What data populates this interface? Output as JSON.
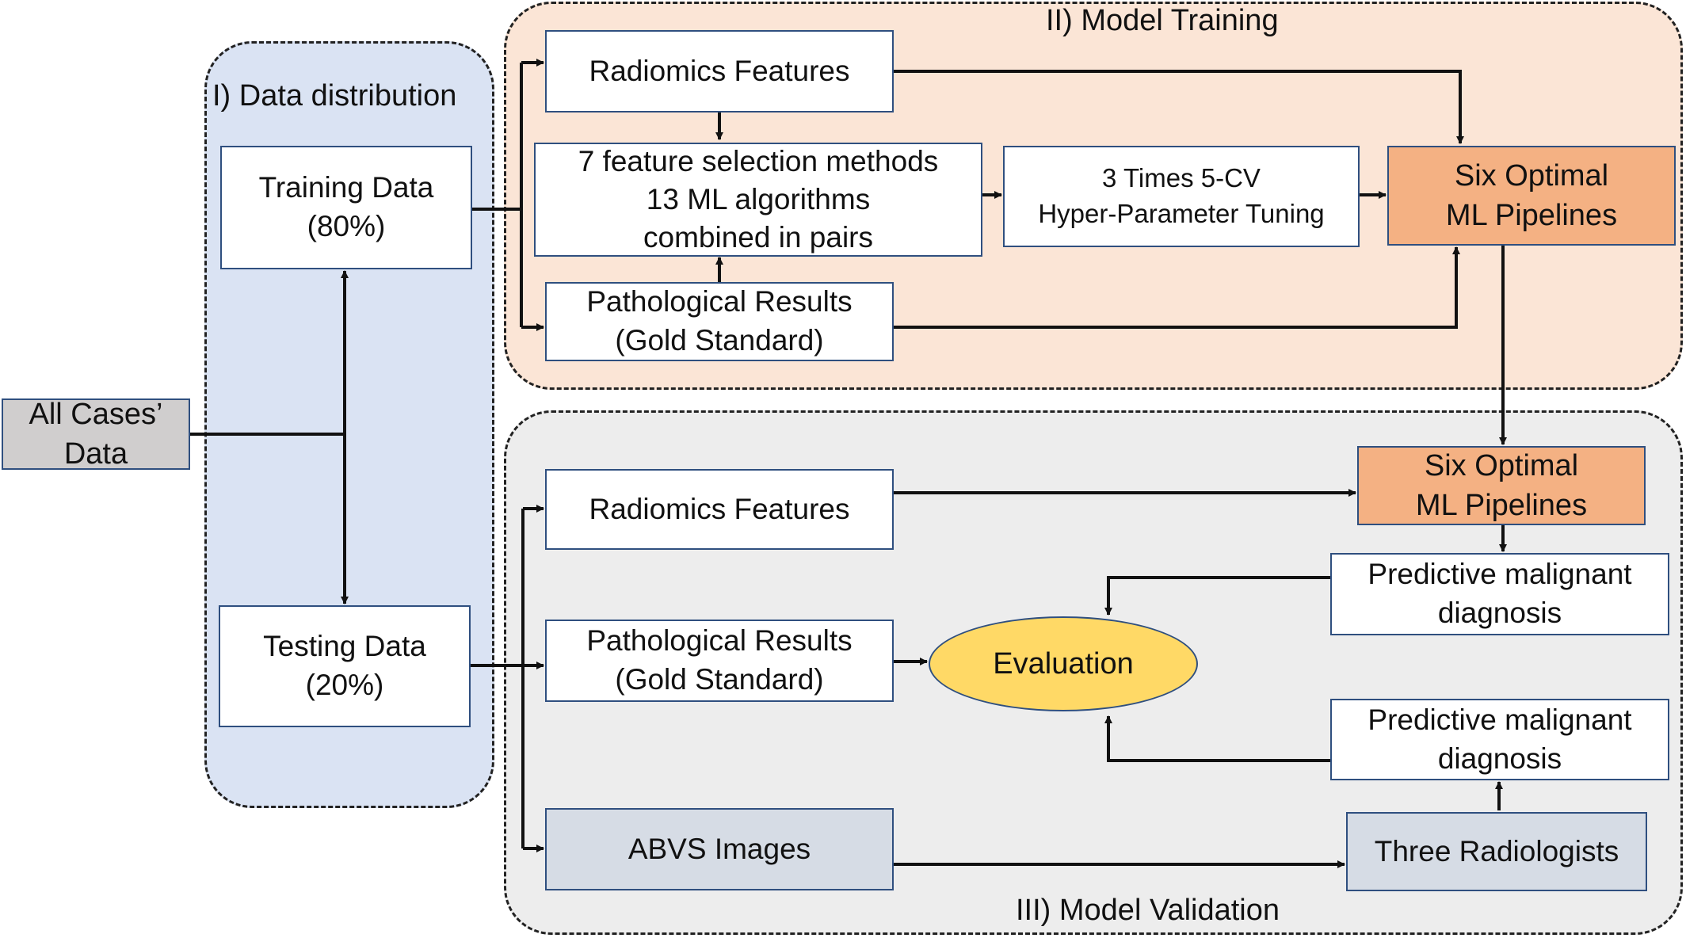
{
  "regions": {
    "data_distribution": {
      "title": "I) Data distribution"
    },
    "model_training": {
      "title": "II) Model Training"
    },
    "model_validation": {
      "title": "III) Model Validation"
    }
  },
  "all_cases": {
    "line1": "All Cases’",
    "line2": "Data"
  },
  "training_data": {
    "line1": "Training Data",
    "line2": "(80%)"
  },
  "testing_data": {
    "line1": "Testing Data",
    "line2": "(20%)"
  },
  "training": {
    "radiomics": "Radiomics Features",
    "methods": {
      "line1": "7 feature selection methods",
      "line2": "13 ML algorithms",
      "line3": "combined in pairs"
    },
    "pathological": {
      "line1": "Pathological Results",
      "line2": "(Gold Standard)"
    },
    "tuning": {
      "line1": "3 Times 5-CV",
      "line2": "Hyper-Parameter Tuning"
    },
    "pipelines": {
      "line1": "Six Optimal",
      "line2": "ML Pipelines"
    }
  },
  "validation": {
    "radiomics": "Radiomics Features",
    "pathological": {
      "line1": "Pathological Results",
      "line2": "(Gold Standard)"
    },
    "abvs": "ABVS Images",
    "pipelines": {
      "line1": "Six Optimal",
      "line2": "ML Pipelines"
    },
    "predictive_ml": {
      "line1": "Predictive malignant",
      "line2": "diagnosis"
    },
    "predictive_radiologists": {
      "line1": "Predictive malignant",
      "line2": "diagnosis"
    },
    "radiologists": "Three Radiologists",
    "evaluation": "Evaluation"
  },
  "colors": {
    "data_region": "#dae3f3",
    "training_region": "#fbe5d6",
    "validation_region": "#ededed",
    "pipeline_box": "#f4b183",
    "evaluation": "#ffd966",
    "abvs_box": "#d6dce5",
    "all_cases_box": "#d0cece"
  }
}
